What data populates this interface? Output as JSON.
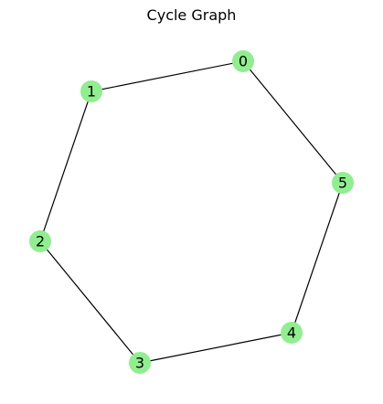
{
  "title": "Cycle Graph",
  "colors": {
    "node_fill": "#90ee90",
    "edge": "#000000",
    "label": "#000000"
  },
  "graph": {
    "nodes": [
      "0",
      "1",
      "2",
      "3",
      "4",
      "5"
    ],
    "edges": [
      [
        "0",
        "1"
      ],
      [
        "1",
        "2"
      ],
      [
        "2",
        "3"
      ],
      [
        "3",
        "4"
      ],
      [
        "4",
        "5"
      ],
      [
        "5",
        "0"
      ]
    ]
  }
}
